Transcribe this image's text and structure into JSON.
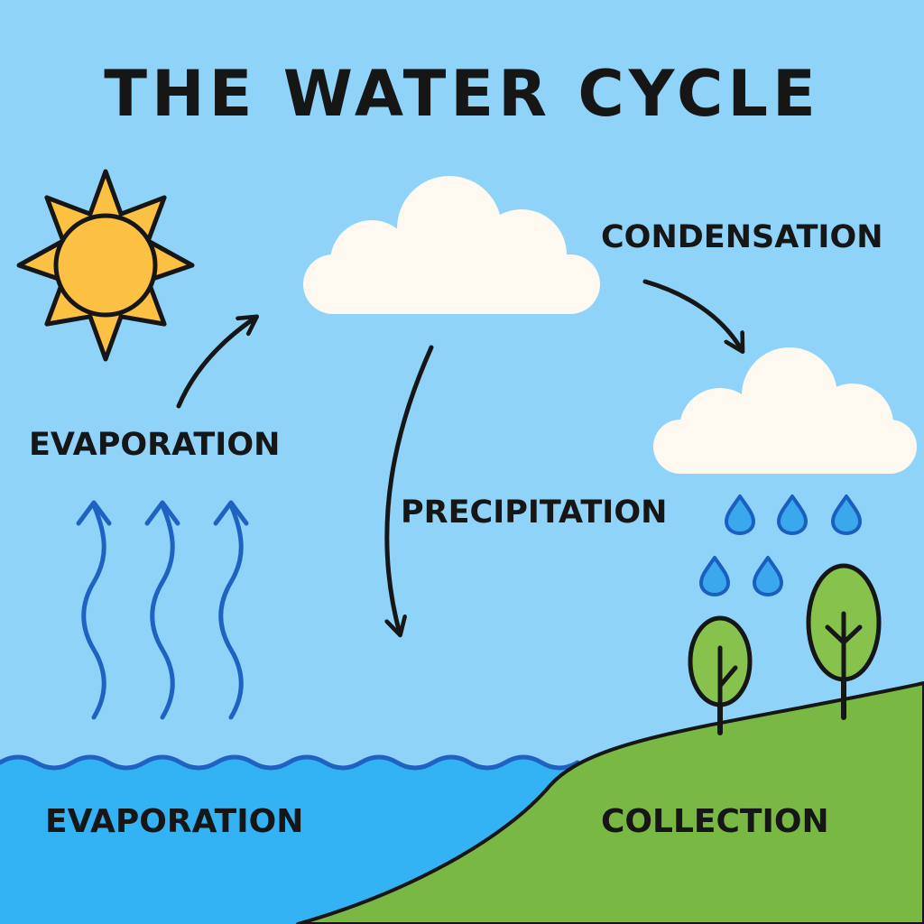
{
  "diagram": {
    "title": "THE WATER CYCLE",
    "labels": {
      "evaporation_upper": "EVAPORATION",
      "condensation": "CONDENSATION",
      "precipitation": "PRECIPITATION",
      "evaporation_lower": "EVAPORATION",
      "collection": "COLLECTION"
    },
    "icons": [
      "sun-icon",
      "cloud-icon",
      "rain-cloud-icon",
      "raindrop-icon",
      "tree-icon",
      "vapor-arrow-icon",
      "curved-arrow-icon"
    ],
    "colors": {
      "sky": "#8fd3f9",
      "water": "#33b2f4",
      "wave": "#1f62c2",
      "land": "#79b843",
      "tree_canopy": "#86c24c",
      "sun": "#fcc043",
      "cloud": "#fdf9f0",
      "raindrop": "#3ba7ec",
      "raindrop_outline": "#1a5fc0",
      "outline": "#161616"
    }
  }
}
